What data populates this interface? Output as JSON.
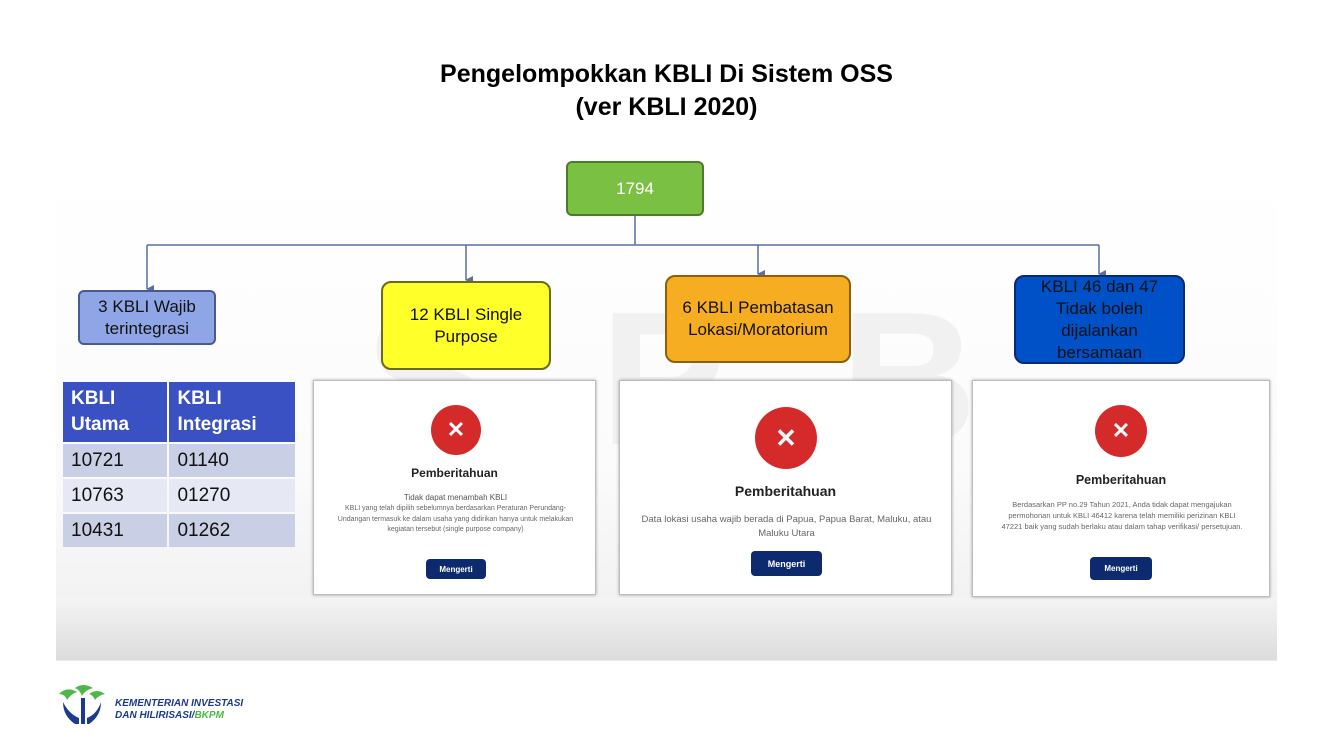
{
  "title": {
    "line1": "Pengelompokkan KBLI Di Sistem OSS",
    "line2": "(ver KBLI 2020)"
  },
  "watermark": {
    "letters": [
      "S",
      "P",
      "B"
    ]
  },
  "root_node": {
    "label": "1794",
    "color": "#7ac143"
  },
  "categories": [
    {
      "label": "3 KBLI Wajib terintegrasi",
      "color": "#8fa6e6"
    },
    {
      "label": "12 KBLI Single Purpose",
      "color": "#ffff2a"
    },
    {
      "label": "6 KBLI Pembatasan Lokasi/Moratorium",
      "color": "#f6ad21"
    },
    {
      "label": "KBLI 46 dan 47 Tidak boleh dijalankan bersamaan",
      "color": "#0050c8"
    }
  ],
  "kbli_table": {
    "headers": [
      "KBLI Utama",
      "KBLI Integrasi"
    ],
    "rows": [
      [
        "10721",
        "01140"
      ],
      [
        "10763",
        "01270"
      ],
      [
        "10431",
        "01262"
      ]
    ]
  },
  "notices": [
    {
      "icon": "close-icon",
      "title": "Pemberitahuan",
      "lead": "Tidak dapat menambah KBLI",
      "body": "KBLI yang telah dipilih sebelumnya berdasarkan Peraturan Perundang-Undangan termasuk ke dalam usaha yang didirikan hanya untuk melakukan kegiatan tersebut (single purpose company)",
      "button": "Mengerti"
    },
    {
      "icon": "close-icon",
      "title": "Pemberitahuan",
      "body": "Data lokasi usaha wajib berada di Papua, Papua Barat, Maluku, atau Maluku Utara",
      "button": "Mengerti"
    },
    {
      "icon": "close-icon",
      "title": "Pemberitahuan",
      "body": "Berdasarkan PP no.29 Tahun 2021, Anda tidak dapat mengajukan permohonan untuk KBLI 46412 karena telah memiliki perizinan KBLI 47221 baik yang sudah berlaku atau dalam tahap verifikasi/ persetujuan.",
      "button": "Mengerti"
    }
  ],
  "footer": {
    "line1": "KEMENTERIAN INVESTASI",
    "line2a": "DAN HILIRISASI/",
    "line2b": "BKPM"
  }
}
